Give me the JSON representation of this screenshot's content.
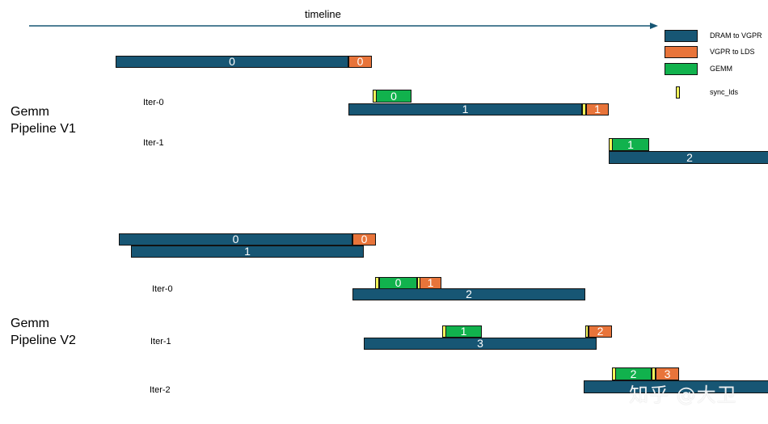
{
  "colors": {
    "dram": "#175674",
    "vgpr": "#e8743a",
    "gemm": "#11b24d",
    "sync": "#f2f55a",
    "timeline": "#175674"
  },
  "timeline": {
    "label": "timeline"
  },
  "legend": [
    {
      "kind": "dram",
      "label": "DRAM to VGPR"
    },
    {
      "kind": "vgpr",
      "label": "VGPR to LDS"
    },
    {
      "kind": "gemm",
      "label": "GEMM"
    },
    {
      "kind": "sync",
      "label": "sync_lds"
    }
  ],
  "sections": [
    {
      "title": "Gemm\nPipeline V1",
      "iterations": [
        "Iter-0",
        "Iter-1"
      ]
    },
    {
      "title": "Gemm\nPipeline V2",
      "iterations": [
        "Iter-0",
        "Iter-1",
        "Iter-2"
      ]
    }
  ],
  "blocks": [
    {
      "section": 0,
      "kind": "dram",
      "label": "0"
    },
    {
      "section": 0,
      "kind": "vgpr",
      "label": "0"
    },
    {
      "section": 0,
      "kind": "sync",
      "label": ""
    },
    {
      "section": 0,
      "kind": "gemm",
      "label": "0"
    },
    {
      "section": 0,
      "kind": "dram",
      "label": "1"
    },
    {
      "section": 0,
      "kind": "sync",
      "label": ""
    },
    {
      "section": 0,
      "kind": "vgpr",
      "label": "1"
    },
    {
      "section": 0,
      "kind": "sync",
      "label": ""
    },
    {
      "section": 0,
      "kind": "gemm",
      "label": "1"
    },
    {
      "section": 0,
      "kind": "dram",
      "label": "2"
    },
    {
      "section": 1,
      "kind": "dram",
      "label": "0"
    },
    {
      "section": 1,
      "kind": "vgpr",
      "label": "0"
    },
    {
      "section": 1,
      "kind": "dram",
      "label": "1"
    },
    {
      "section": 1,
      "kind": "sync",
      "label": ""
    },
    {
      "section": 1,
      "kind": "gemm",
      "label": "0"
    },
    {
      "section": 1,
      "kind": "sync",
      "label": ""
    },
    {
      "section": 1,
      "kind": "vgpr",
      "label": "1"
    },
    {
      "section": 1,
      "kind": "dram",
      "label": "2"
    },
    {
      "section": 1,
      "kind": "sync",
      "label": ""
    },
    {
      "section": 1,
      "kind": "gemm",
      "label": "1"
    },
    {
      "section": 1,
      "kind": "sync",
      "label": ""
    },
    {
      "section": 1,
      "kind": "vgpr",
      "label": "2"
    },
    {
      "section": 1,
      "kind": "dram",
      "label": "3"
    },
    {
      "section": 1,
      "kind": "sync",
      "label": ""
    },
    {
      "section": 1,
      "kind": "gemm",
      "label": "2"
    },
    {
      "section": 1,
      "kind": "sync",
      "label": ""
    },
    {
      "section": 1,
      "kind": "vgpr",
      "label": "3"
    },
    {
      "section": 1,
      "kind": "dram",
      "label": ""
    }
  ],
  "watermark": "知乎 @大卫"
}
